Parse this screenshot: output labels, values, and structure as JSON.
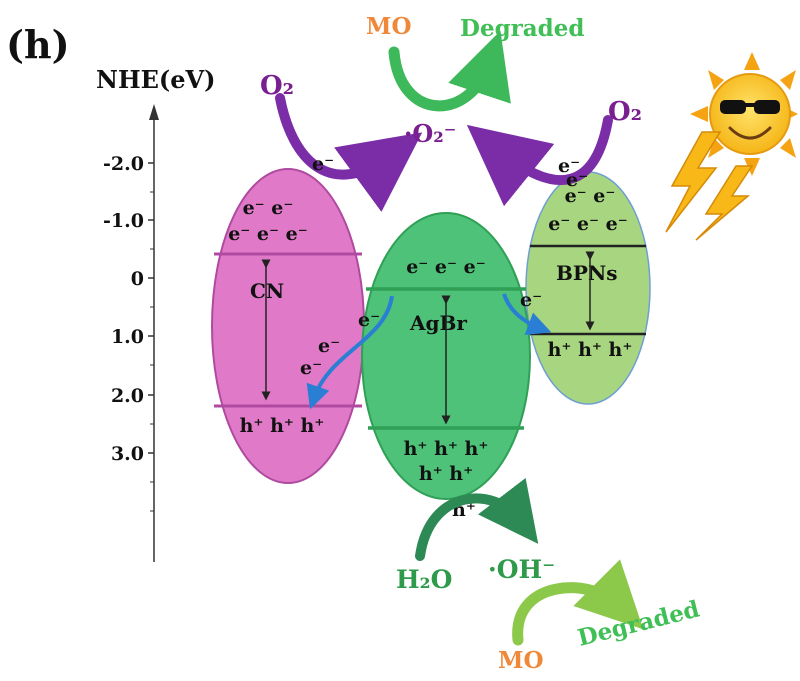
{
  "panel_label": "(h)",
  "axis": {
    "title": "NHE(eV)",
    "ticks": [
      "-2.0",
      "-1.0",
      "0",
      "1.0",
      "2.0",
      "3.0"
    ]
  },
  "materials": {
    "cn": {
      "name": "CN",
      "cb_row1": "e⁻ e⁻",
      "cb_row2": "e⁻ e⁻ e⁻",
      "vb_row1": "h⁺ h⁺ h⁺",
      "fill": "#e07ac8"
    },
    "agbr": {
      "name": "AgBr",
      "cb_row1": "e⁻ e⁻ e⁻",
      "vb_row1": "h⁺ h⁺ h⁺",
      "vb_row2": "h⁺ h⁺",
      "vb_row3": "h⁺",
      "fill": "#4fc27a"
    },
    "bpns": {
      "name": "BPNs",
      "cb_row1": "e⁻",
      "cb_row2": "e⁻ e⁻",
      "cb_row3": "e⁻ e⁻ e⁻",
      "vb_row1": "h⁺ h⁺ h⁺",
      "fill": "#a8d680"
    }
  },
  "transfer_labels": {
    "cn_to_o2": "e⁻",
    "bpns_to_o2": "e⁻",
    "agbr_to_cn_1": "e⁻",
    "agbr_to_cn_2": "e⁻",
    "agbr_to_cn_3": "e⁻",
    "agbr_to_bpns": "e⁻"
  },
  "species": {
    "o2_left": "O₂",
    "o2_right": "O₂",
    "superoxide": "·O₂⁻",
    "mo_top": "MO",
    "degraded_top": "Degraded",
    "h2o": "H₂O",
    "hydroxyl": "·OH⁻",
    "mo_bottom": "MO",
    "degraded_bottom": "Degraded"
  },
  "colors": {
    "purple_arrow": "#7a2da6",
    "green_arrow": "#3db85a",
    "blue_arrow": "#2a7fd4",
    "band_line_cn": "#b04aa0",
    "band_line_agbr": "#2fa055"
  },
  "icons": [
    "sun-icon",
    "lightning-icon"
  ]
}
